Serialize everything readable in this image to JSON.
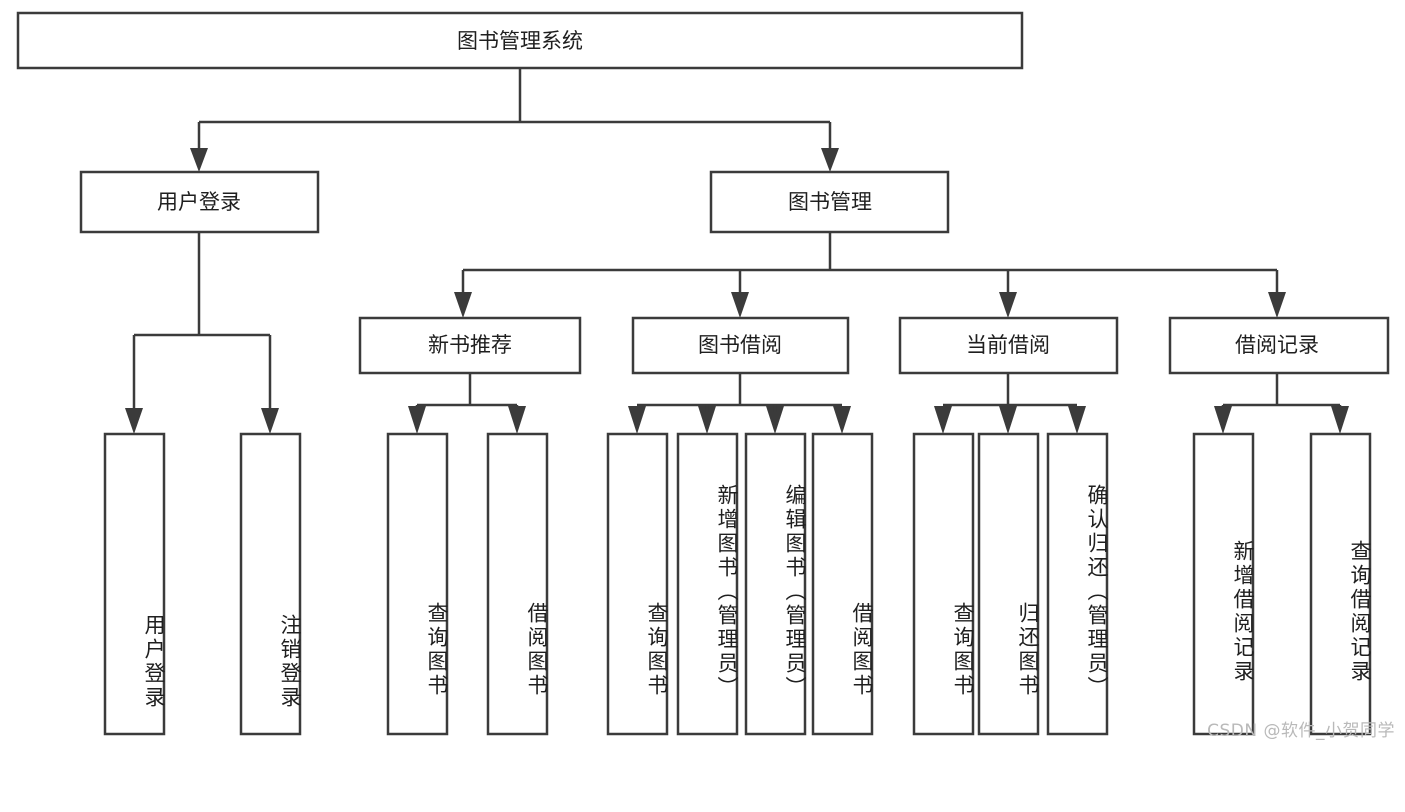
{
  "diagram": {
    "type": "tree",
    "title": "图书管理系统",
    "root": {
      "label": "图书管理系统"
    },
    "level2": [
      {
        "id": "user-login",
        "label": "用户登录"
      },
      {
        "id": "book-manage",
        "label": "图书管理"
      }
    ],
    "level3": [
      {
        "id": "new-book-recommend",
        "label": "新书推荐",
        "parent": "book-manage"
      },
      {
        "id": "book-borrow",
        "label": "图书借阅",
        "parent": "book-manage"
      },
      {
        "id": "current-borrow",
        "label": "当前借阅",
        "parent": "book-manage"
      },
      {
        "id": "borrow-record",
        "label": "借阅记录",
        "parent": "book-manage"
      }
    ],
    "leaves": [
      {
        "id": "leaf-user-login",
        "label": "用户登录",
        "parent": "user-login"
      },
      {
        "id": "leaf-user-logout",
        "label": "注销登录",
        "parent": "user-login"
      },
      {
        "id": "leaf-query-book-1",
        "label": "查询图书",
        "parent": "new-book-recommend"
      },
      {
        "id": "leaf-borrow-book-1",
        "label": "借阅图书",
        "parent": "new-book-recommend"
      },
      {
        "id": "leaf-query-book-2",
        "label": "查询图书",
        "parent": "book-borrow"
      },
      {
        "id": "leaf-add-book",
        "label": "新增图书（管理员）",
        "parent": "book-borrow"
      },
      {
        "id": "leaf-edit-book",
        "label": "编辑图书（管理员）",
        "parent": "book-borrow"
      },
      {
        "id": "leaf-borrow-book-2",
        "label": "借阅图书",
        "parent": "book-borrow"
      },
      {
        "id": "leaf-query-book-3",
        "label": "查询图书",
        "parent": "current-borrow"
      },
      {
        "id": "leaf-return-book",
        "label": "归还图书",
        "parent": "current-borrow"
      },
      {
        "id": "leaf-confirm-return",
        "label": "确认归还（管理员）",
        "parent": "current-borrow"
      },
      {
        "id": "leaf-add-record",
        "label": "新增借阅记录",
        "parent": "borrow-record"
      },
      {
        "id": "leaf-query-record",
        "label": "查询借阅记录",
        "parent": "borrow-record"
      }
    ],
    "colors": {
      "stroke": "#3b3b3b",
      "fill": "#ffffff",
      "text": "#1f1f1f",
      "background": "#ffffff",
      "watermark": "#b9b9b9"
    }
  },
  "watermark": {
    "text": "CSDN @软件_小贺同学"
  }
}
